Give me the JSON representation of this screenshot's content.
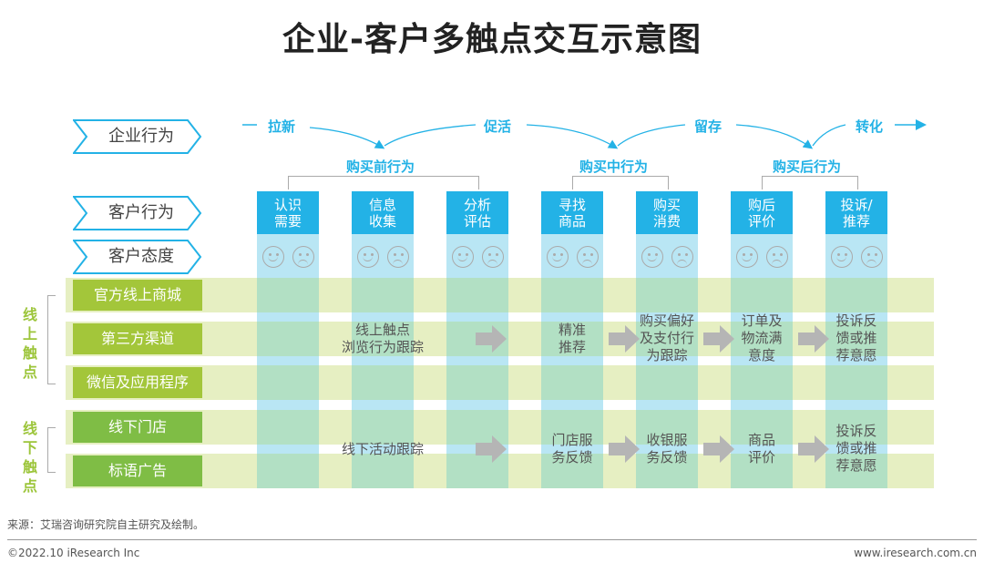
{
  "title": "企业-客户多触点交互示意图",
  "row_labels": {
    "enterprise": "企业行为",
    "customer": "客户行为",
    "attitude": "客户态度"
  },
  "stages": [
    "拉新",
    "促活",
    "留存",
    "转化"
  ],
  "phases": [
    "购买前行为",
    "购买中行为",
    "购买后行为"
  ],
  "behaviors": [
    "认识\n需要",
    "信息\n收集",
    "分析\n评估",
    "寻找\n商品",
    "购买\n消费",
    "购后\n评价",
    "投诉/\n推荐"
  ],
  "groups": {
    "online": "线\n上\n触\n点",
    "offline": "线\n下\n触\n点"
  },
  "channels": [
    "官方线上商城",
    "第三方渠道",
    "微信及应用程序",
    "线下门店",
    "标语广告"
  ],
  "online_cells": [
    "线上触点\n浏览行为跟踪",
    "精准\n推荐",
    "购买偏好\n及支付行\n为跟踪",
    "订单及\n物流满\n意度",
    "投诉反\n馈或推\n荐意愿"
  ],
  "offline_cells": [
    "线下活动跟踪",
    "门店服\n务反馈",
    "收银服\n务反馈",
    "商品\n评价",
    "投诉反\n馈或推\n荐意愿"
  ],
  "footer": {
    "source": "来源：艾瑞咨询研究院自主研究及绘制。",
    "copyright": "©2022.10 iResearch Inc",
    "website": "www.iresearch.com.cn"
  },
  "colors": {
    "blue": "#23b2e6",
    "green": "#a3c63a"
  }
}
